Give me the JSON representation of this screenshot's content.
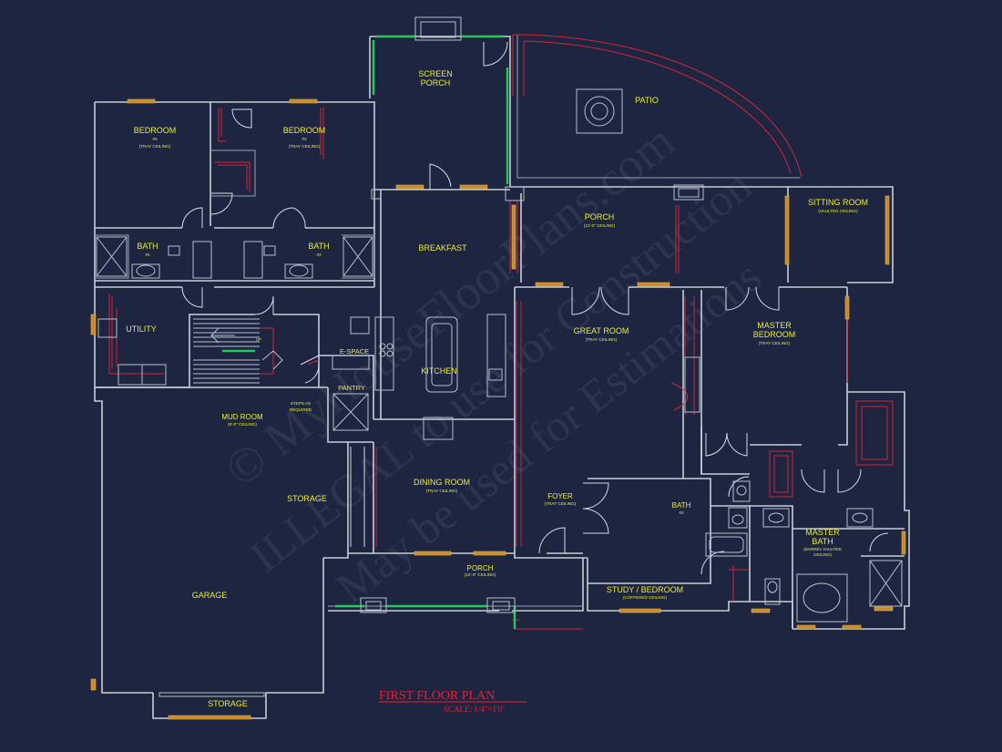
{
  "title": "FIRST FLOOR PLAN",
  "scale": "SCALE: 1/4\"=1'0\"",
  "watermark": {
    "line1": "© MyHouseFloorPlans.com",
    "line2": "ILLEGAL to use for Construction",
    "line3": "May be used for Estimations"
  },
  "rooms": {
    "screen_porch": {
      "name": "SCREEN",
      "name2": "PORCH"
    },
    "patio": {
      "name": "PATIO"
    },
    "bedroom4": {
      "name": "BEDROOM",
      "num": "#4",
      "note": "(TRAY CEILING)"
    },
    "bedroom3": {
      "name": "BEDROOM",
      "num": "#3",
      "note": "(TRAY CEILING)"
    },
    "bath4": {
      "name": "BATH",
      "num": "#4"
    },
    "bath3": {
      "name": "BATH",
      "num": "#3"
    },
    "breakfast": {
      "name": "BREAKFAST"
    },
    "porch_rear": {
      "name": "PORCH",
      "note": "(11'-0\" CEILING)"
    },
    "sitting_room": {
      "name": "SITTING ROOM",
      "note": "(VAULTED CEILING)"
    },
    "utility": {
      "name": "UTILITY"
    },
    "up": {
      "name": "UP"
    },
    "e_space": {
      "name": "E-SPACE"
    },
    "kitchen": {
      "name": "KITCHEN"
    },
    "great_room": {
      "name": "GREAT ROOM",
      "note": "(TRAY CEILING)"
    },
    "master_bedroom": {
      "name": "MASTER",
      "name2": "BEDROOM",
      "note": "(TRAY CEILING)"
    },
    "pantry": {
      "name": "PANTRY"
    },
    "mud_room": {
      "name": "MUD ROOM",
      "note": "(9'-0\" CEILING)"
    },
    "steps": {
      "name": "STEPS AS",
      "name2": "REQUIRED"
    },
    "storage_garage": {
      "name": "STORAGE"
    },
    "dining_room": {
      "name": "DINING ROOM",
      "note": "(TRAY CEILING)"
    },
    "foyer": {
      "name": "FOYER",
      "note": "(TRAY CEILING)"
    },
    "bath2": {
      "name": "BATH",
      "num": "#2"
    },
    "master_bath": {
      "name": "MASTER",
      "name2": "BATH",
      "note": "(BARREL VAULTED",
      "note2": "CEILING)"
    },
    "garage": {
      "name": "GARAGE"
    },
    "porch_front": {
      "name": "PORCH",
      "note": "(12'-0\" CEILING)"
    },
    "study": {
      "name": "STUDY / BEDROOM",
      "note": "(COFFERED CEILING)"
    },
    "storage_bottom": {
      "name": "STORAGE"
    }
  }
}
